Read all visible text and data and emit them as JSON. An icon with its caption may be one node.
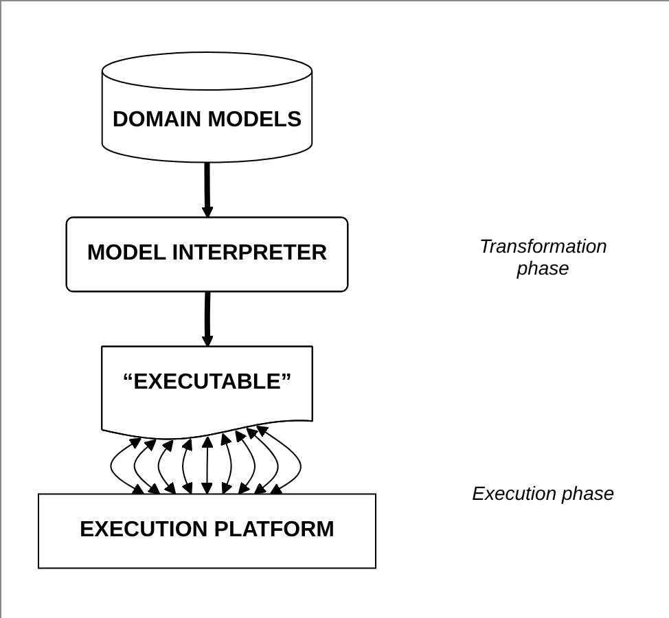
{
  "diagram": {
    "nodes": [
      {
        "text": [
          "DOMAIN MODELS"
        ]
      },
      {
        "text": [
          "MODEL INTERPRETER"
        ]
      },
      {
        "text": [
          "“EXECUTABLE”"
        ]
      },
      {
        "text": [
          "EXECUTION PLATFORM"
        ]
      }
    ],
    "edges": [
      {
        "from": 0,
        "to": 1,
        "arrow": "to",
        "style": "thick"
      },
      {
        "from": 1,
        "to": 2,
        "arrow": "to",
        "style": "thick"
      },
      {
        "from": 2,
        "to": 3,
        "arrow": "both"
      },
      {
        "from": 2,
        "to": 3,
        "arrow": "both"
      },
      {
        "from": 2,
        "to": 3,
        "arrow": "both"
      },
      {
        "from": 2,
        "to": 3,
        "arrow": "both"
      },
      {
        "from": 2,
        "to": 3,
        "arrow": "both"
      },
      {
        "from": 2,
        "to": 3,
        "arrow": "both"
      },
      {
        "from": 2,
        "to": 3,
        "arrow": "both"
      },
      {
        "from": 2,
        "to": 3,
        "arrow": "both"
      },
      {
        "from": 2,
        "to": 3,
        "arrow": "both"
      }
    ],
    "labels": [
      "Transformation phase",
      "Execution phase"
    ]
  }
}
